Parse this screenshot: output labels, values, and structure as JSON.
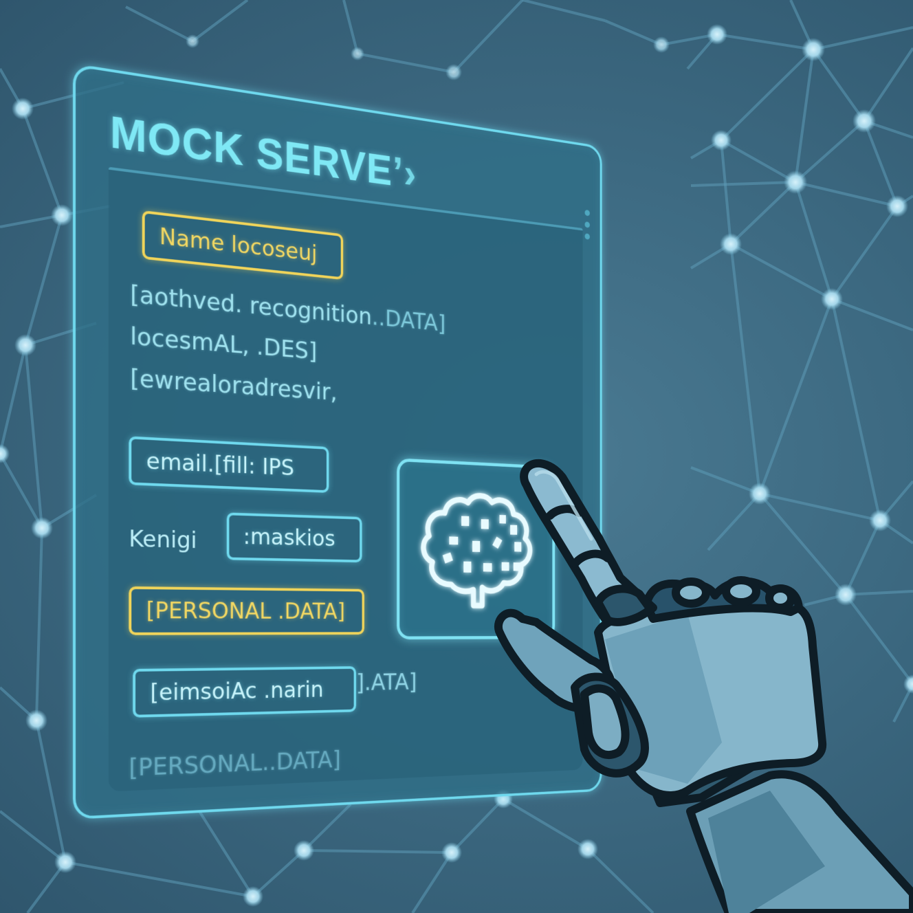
{
  "window": {
    "title": "MOCK SERVE",
    "title_glyph": "’›",
    "menu_icon": "vertical-dots-icon"
  },
  "form": {
    "name_field": {
      "value": "Name locoseuj",
      "highlight": "yellow"
    },
    "lines": [
      {
        "prefix": "[aothved. recognition",
        "suffix": "..DATA]"
      },
      {
        "text": "locesmAL, .DES]"
      },
      {
        "text": "[ewrealoradresvir,"
      }
    ],
    "email_field": {
      "value": "email.[fill: IPS",
      "highlight": "cyan"
    },
    "masking_row": {
      "label": "Kenigi",
      "field_value": ":maskios",
      "highlight": "cyan"
    },
    "personal_field": {
      "value": "[PERSONAL .DATA]",
      "highlight": "yellow"
    },
    "redacted_field": {
      "value": "[eimsoiAc .narin",
      "overflow_text": "].ATA]",
      "highlight": "cyan"
    },
    "footer_line": {
      "text": "[PERSONAL..DATA]"
    }
  },
  "ai_tile": {
    "icon": "brain-icon",
    "state": "pressed"
  },
  "pointer": {
    "icon": "robot-hand-icon",
    "target": "ai-tile"
  },
  "colors": {
    "background": "#3d6a82",
    "panel_border": "#6fd9ee",
    "title": "#7fe8f5",
    "yellow_highlight": "#f0d45a",
    "cyan_highlight": "#6fd9ee",
    "network_node": "#b9e3f2",
    "robot_metal": "#7fb0c6",
    "robot_outline": "#0e1d26"
  }
}
